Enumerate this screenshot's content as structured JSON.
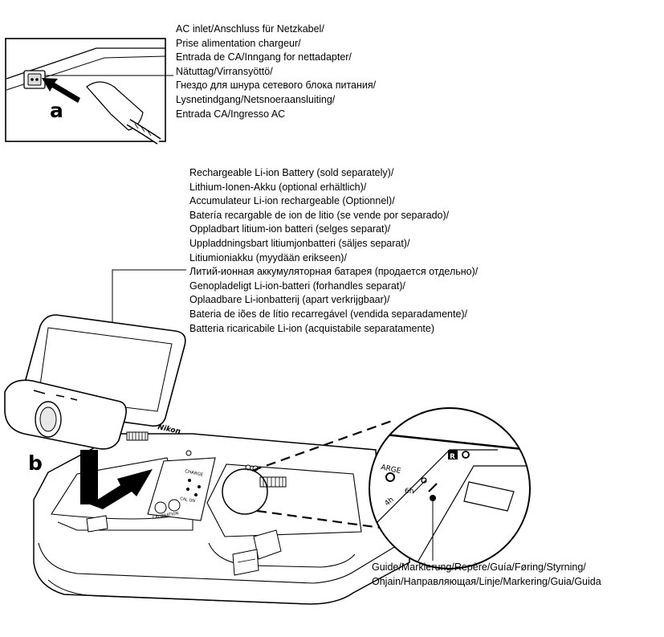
{
  "ac_inlet": {
    "lines": [
      "AC inlet/Anschluss für Netzkabel/",
      "Prise alimentation chargeur/",
      "Entrada de CA/Inngang for nettadapter/",
      "Nätuttag/Virransyöttö/",
      "Гнездо для шнура сетевого блока питания/",
      "Lysnetindgang/Netsnoeraansluiting/",
      "Entrada CA/Ingresso AC"
    ]
  },
  "battery": {
    "lines": [
      "Rechargeable Li-ion Battery (sold separately)/",
      "Lithium-Ionen-Akku (optional erhältlich)/",
      "Accumulateur Li-ion rechargeable (Optionnel)/",
      "Batería recargable de ion de litio (se vende por separado)/",
      "Oppladbart litium-ion batteri (selges separat)/",
      "Uppladdningsbart litiumjonbatteri (säljes separat)/",
      "Litiumioniakku (myydään erikseen)/",
      "Литий-ионная аккумуляторная батарея (продается отдельно)/",
      "Genopladeligt Li-ion-batteri (forhandles separat)/",
      "Oplaadbare Li-ionbatterij (apart verkrijgbaar)/",
      "Bateria de iões de lítio recarregável (vendida separadamente)/",
      "Batteria ricaricabile Li-ion (acquistabile separatamente)"
    ]
  },
  "guide": {
    "lines": [
      "Guide/Markierung/Repère/Guía/Føring/Styrning/",
      "Ohjain/Направляющая/Linje/Markering/Guia/Guida"
    ]
  },
  "steps": {
    "a": "a",
    "b": "b"
  },
  "device_markings": {
    "brand": "Nikon",
    "charge": "CHARGE",
    "calibration": "CALIBRATION",
    "cal_on": "CAL ON",
    "zoom_charge": "ARGE",
    "zoom_6h": "6h",
    "zoom_4h": "4h",
    "zoom_r": "R"
  }
}
